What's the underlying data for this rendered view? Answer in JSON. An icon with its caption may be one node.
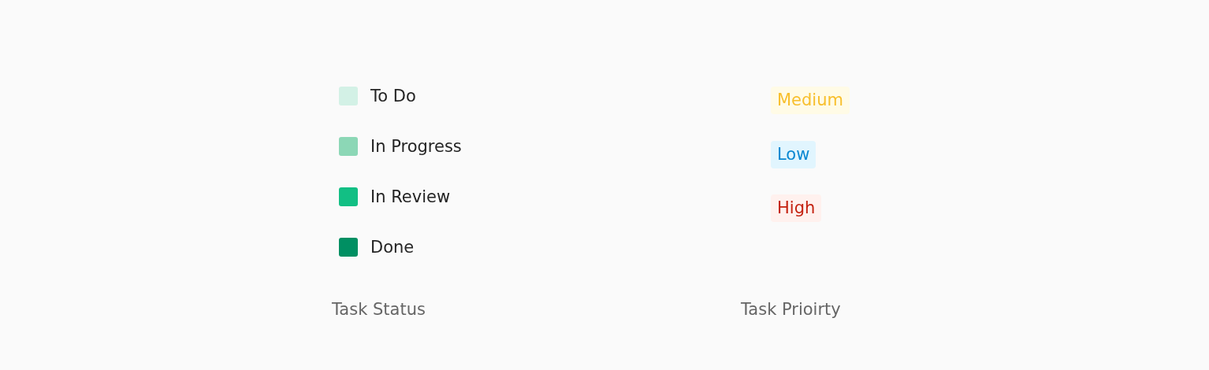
{
  "diagram": {
    "nodes": [
      {
        "text": [
          "Medium"
        ]
      },
      {
        "text": [
          "Low"
        ]
      },
      {
        "text": [
          "High"
        ]
      }
    ],
    "labels": [
      "Task Status",
      "Task Prioirty"
    ],
    "legend": [
      {
        "text": "To Do",
        "color": "#d3f1e6"
      },
      {
        "text": "In Progress",
        "color": "#8cd7b6"
      },
      {
        "text": "In Review",
        "color": "#12bf84"
      },
      {
        "text": "Done",
        "color": "#008f62"
      }
    ]
  }
}
